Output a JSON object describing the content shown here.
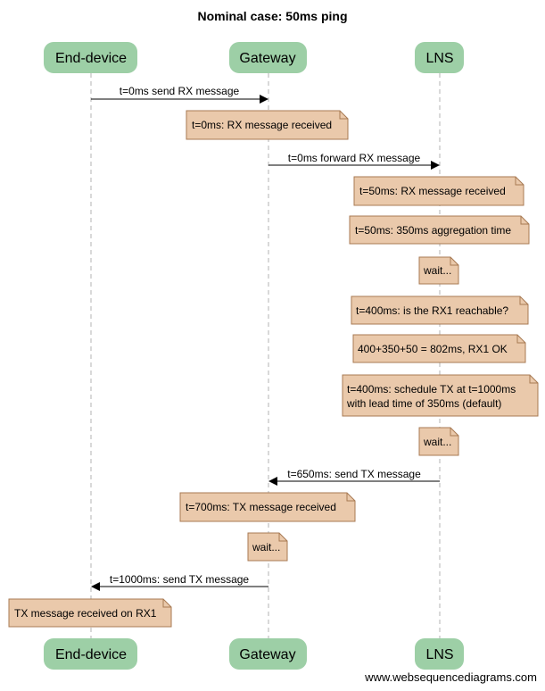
{
  "title": "Nominal case: 50ms ping",
  "participants": [
    {
      "id": "ed",
      "label": "End-device"
    },
    {
      "id": "gw",
      "label": "Gateway"
    },
    {
      "id": "lns",
      "label": "LNS"
    }
  ],
  "messages": [
    {
      "from": "ed",
      "to": "gw",
      "label": "t=0ms send RX message"
    },
    {
      "from": "gw",
      "to": "lns",
      "label": "t=0ms forward RX message"
    },
    {
      "from": "lns",
      "to": "gw",
      "label": "t=650ms: send TX message"
    },
    {
      "from": "gw",
      "to": "ed",
      "label": "t=1000ms: send TX message"
    }
  ],
  "notes": [
    {
      "over": "gw",
      "lines": [
        "t=0ms: RX message received"
      ]
    },
    {
      "over": "lns",
      "lines": [
        "t=50ms: RX message received"
      ]
    },
    {
      "over": "lns",
      "lines": [
        "t=50ms: 350ms aggregation time"
      ]
    },
    {
      "over": "lns",
      "lines": [
        "wait..."
      ]
    },
    {
      "over": "lns",
      "lines": [
        "t=400ms: is the RX1 reachable?"
      ]
    },
    {
      "over": "lns",
      "lines": [
        "400+350+50 = 802ms, RX1 OK"
      ]
    },
    {
      "over": "lns",
      "lines": [
        "t=400ms: schedule TX at t=1000ms",
        "with lead time of 350ms (default)"
      ]
    },
    {
      "over": "lns",
      "lines": [
        "wait..."
      ]
    },
    {
      "over": "gw",
      "lines": [
        "t=700ms: TX message received"
      ]
    },
    {
      "over": "gw",
      "lines": [
        "wait..."
      ]
    },
    {
      "over": "ed",
      "lines": [
        "TX message received on RX1"
      ]
    }
  ],
  "colors": {
    "participant": "#9dcfa6",
    "note_fill": "#eac9ab",
    "note_border": "#a87a53",
    "lifeline": "#b3b3b3"
  },
  "footer": "www.websequencediagrams.com"
}
